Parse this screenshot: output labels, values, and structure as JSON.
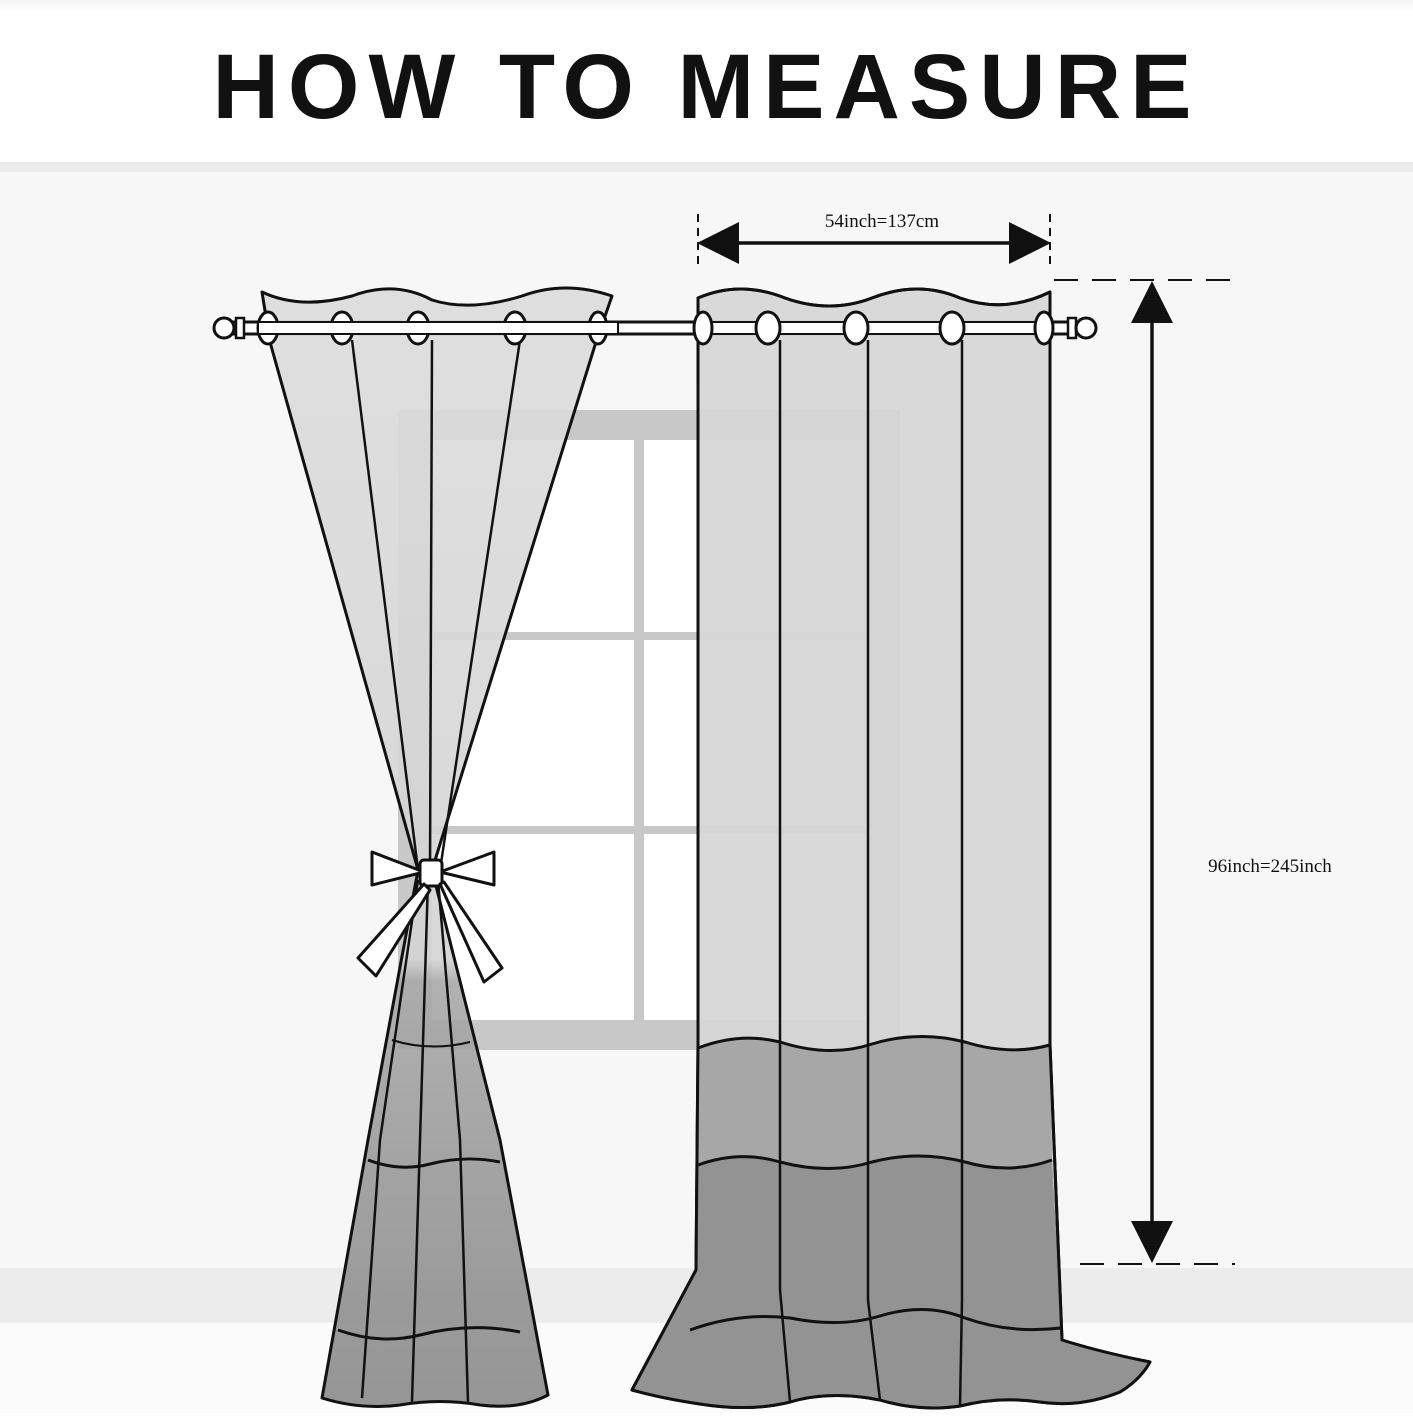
{
  "header": {
    "title": "HOW TO MEASURE"
  },
  "measurements": {
    "width_label": "54inch=137cm",
    "height_label": "96inch=245inch"
  },
  "colors": {
    "wall": "#f6f6f6",
    "window_frame": "#c9c9c9",
    "glass": "#ffffff",
    "curtain_light": "#d9d9d9",
    "curtain_mid": "#a8a8a8",
    "curtain_dark": "#8a8a8a",
    "outline": "#111111"
  },
  "icons": [
    "curtain-rod-icon",
    "grommet-ring-icon",
    "tieback-bow-icon",
    "dimension-arrow-icon"
  ]
}
